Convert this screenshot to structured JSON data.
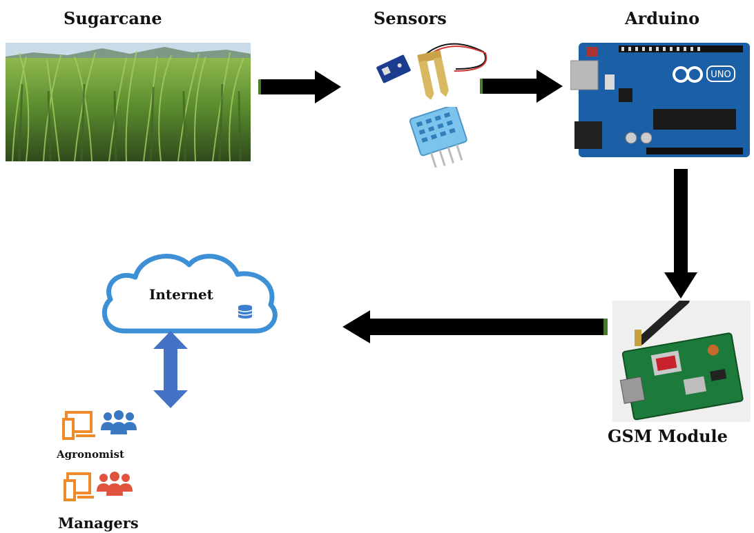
{
  "labels": {
    "sugarcane": "Sugarcane",
    "sensors": "Sensors",
    "arduino": "Arduino",
    "gsm": "GSM Module",
    "internet": "Internet",
    "agronomist": "Agronomist",
    "managers": "Managers",
    "uno_badge": "UNO"
  },
  "colors": {
    "cloud_stroke": "#3d8fd6",
    "db_icon": "#3d7fcf",
    "double_arrow": "#4472c4",
    "device_icon": "#ef8a2a",
    "agronomist_people": "#3b78c2",
    "managers_people": "#e0533d",
    "flow_arrow": "#000000",
    "pcb_blue": "#1b5fa6",
    "pcb_green": "#1c7a3a"
  },
  "icons": {
    "internet": "cloud-icon",
    "storage": "database-icon",
    "agronomist": "devices-group-icon",
    "managers": "devices-group-icon"
  }
}
